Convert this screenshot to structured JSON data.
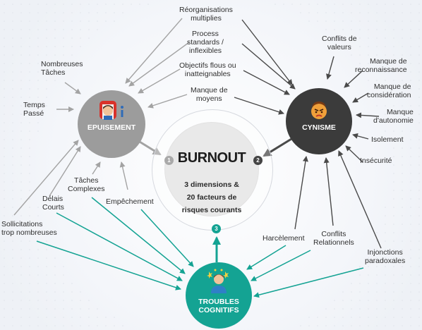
{
  "center": {
    "title": "BURNOUT",
    "subtitle_lines": [
      "3 dimensions &",
      "20 facteurs de",
      "risques courants"
    ],
    "badges": [
      "1",
      "2",
      "3"
    ]
  },
  "hubs": {
    "epuisement": {
      "label": "EPUISEMENT",
      "icon": "stressed-person-icon"
    },
    "cynisme": {
      "label": "CYNISME",
      "icon": "angry-face-icon"
    },
    "troubles": {
      "label_lines": [
        "TROUBLES",
        "COGNITIFS"
      ],
      "icon": "dizzy-person-icon"
    }
  },
  "factors": {
    "reorganisations": [
      "Réorganisations",
      "multiplies"
    ],
    "process": [
      "Process",
      "standards /",
      "inflexibles"
    ],
    "objectifs": [
      "Objectifs flous ou",
      "inatteignables"
    ],
    "moyens": [
      "Manque de",
      "moyens"
    ],
    "nombreuses_taches": [
      "Nombreuses",
      "Tâches"
    ],
    "temps_passe": [
      "Temps",
      "Passé"
    ],
    "taches_complexes": [
      "Tâches",
      "Complexes"
    ],
    "delais_courts": [
      "Délais",
      "Courts"
    ],
    "empechement": [
      "Empêchement"
    ],
    "sollicitations": [
      "Sollicitations",
      "trop nombreuses"
    ],
    "conflits_valeurs": [
      "Conflits de",
      "valeurs"
    ],
    "reconnaissance": [
      "Manque de",
      "reconnaissance"
    ],
    "consideration": [
      "Manque de",
      "considération"
    ],
    "autonomie": [
      "Manque",
      "d'autonomie"
    ],
    "isolement": [
      "Isolement"
    ],
    "insecurite": [
      "Insécurité"
    ],
    "harcelement": [
      "Harcèlement"
    ],
    "conflits_relationnels": [
      "Conflits",
      "Relationnels"
    ],
    "injonctions": [
      "Injonctions",
      "paradoxales"
    ]
  },
  "colors": {
    "epuisement": "#9c9c9c",
    "cynisme": "#3b3b3b",
    "troubles": "#14a393",
    "arrow_grey": "#a3a3a3",
    "arrow_dark": "#4a4a4a",
    "arrow_teal": "#14a393"
  }
}
